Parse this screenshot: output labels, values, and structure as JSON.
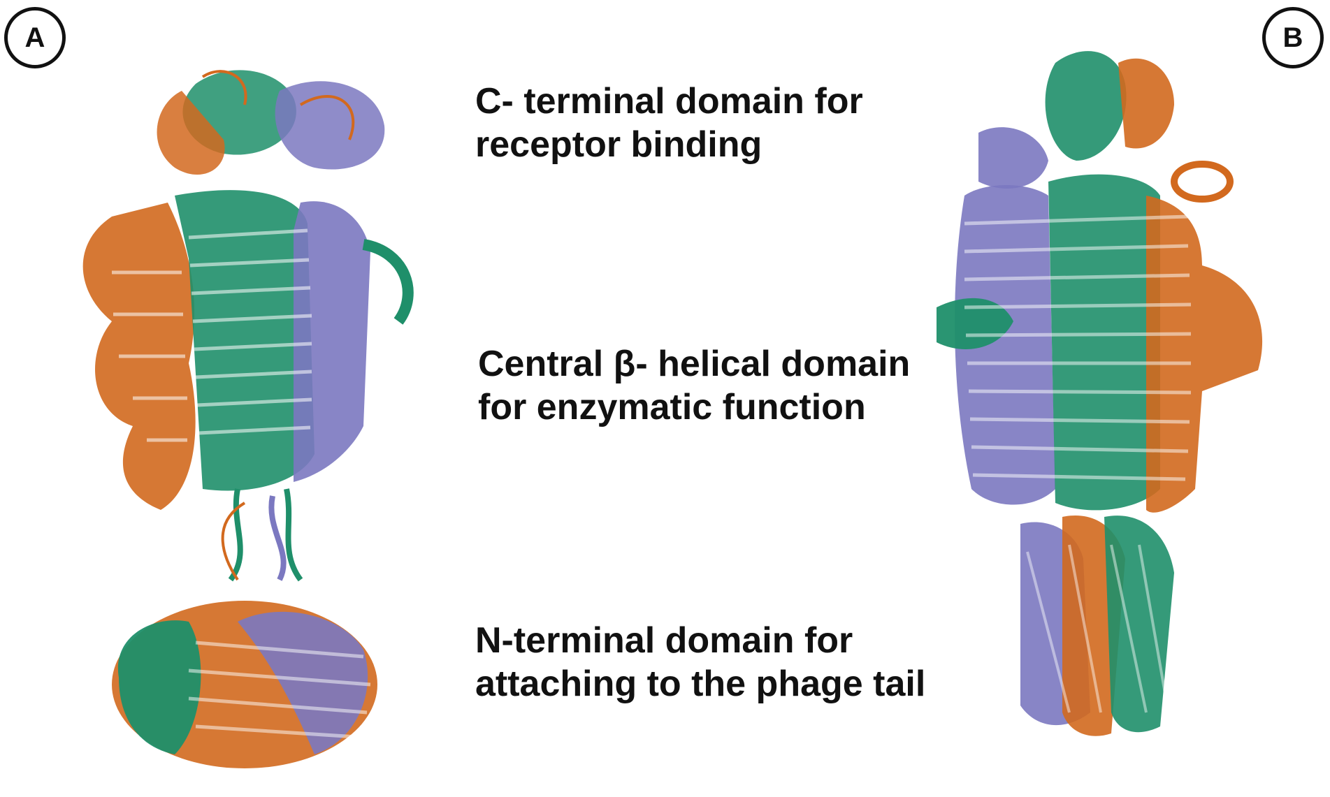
{
  "panels": {
    "a_label": "A",
    "b_label": "B"
  },
  "annotations": {
    "c_terminal": {
      "line1": "C- terminal domain for",
      "line2": "receptor binding"
    },
    "central": {
      "line1": "Central β- helical domain",
      "line2": "for enzymatic function"
    },
    "n_terminal": {
      "line1": "N-terminal domain for",
      "line2": "attaching to the phage tail"
    }
  },
  "colors": {
    "chain_orange": "#d2691e",
    "chain_green": "#1f8f6a",
    "chain_purple": "#7b78c0",
    "text": "#111111"
  }
}
